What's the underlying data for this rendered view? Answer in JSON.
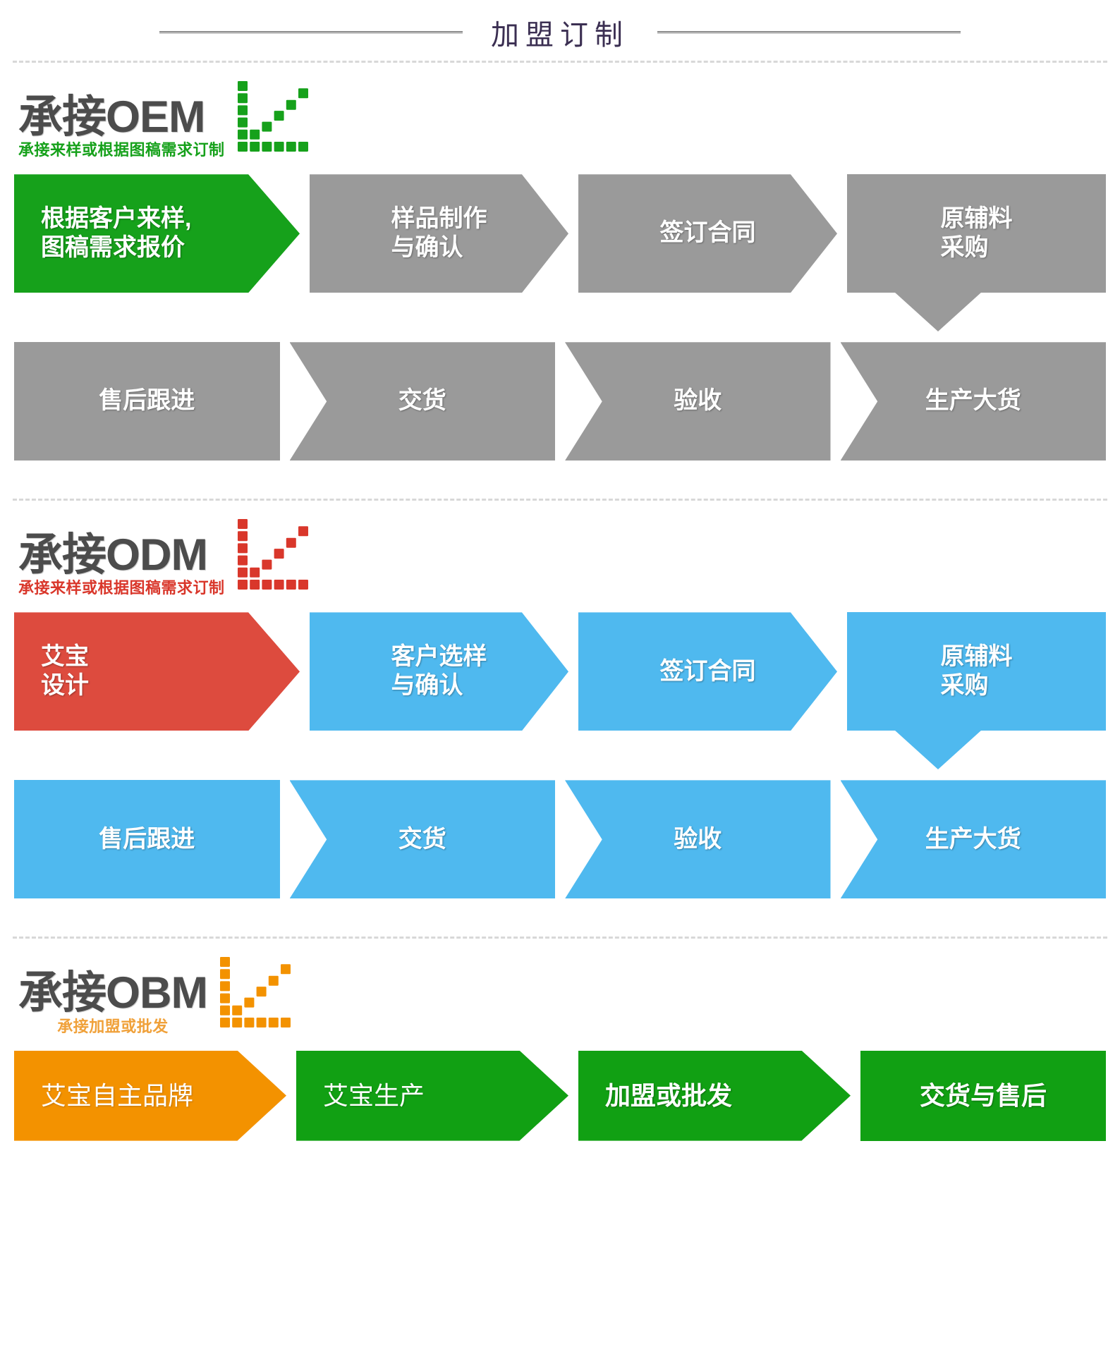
{
  "header": {
    "title": "加盟订制",
    "left_rule": "rule-line",
    "right_rule": "rule-line"
  },
  "colors": {
    "green": "#16a11b",
    "gray": "#9a9a9a",
    "red": "#dd4b3e",
    "blue": "#4fb9ef",
    "orange": "#f39200",
    "obm_green": "#11a013",
    "title": "#3b2f52",
    "logo_text": "#4c4c4c"
  },
  "sections": [
    {
      "id": "oem",
      "logo": {
        "main": "承接OEM",
        "sub": "承接来样或根据图稿需求订制",
        "sub_color": "#16a11b",
        "pixel_color": "#16a11b",
        "pixel_icon": "staircase-chart-icon"
      },
      "row1": {
        "direction": "left-to-right",
        "boxes": [
          {
            "label": "根据客户来样,\n图稿需求报价",
            "color": "#16a11b",
            "shape": "arrow-right"
          },
          {
            "label": "样品制作\n与确认",
            "color": "#9a9a9a",
            "shape": "arrow-right"
          },
          {
            "label": "签订合同",
            "color": "#9a9a9a",
            "shape": "arrow-right"
          },
          {
            "label": "原辅料\n采购",
            "color": "#9a9a9a",
            "shape": "plain"
          }
        ],
        "connector": {
          "type": "arrow-down",
          "color": "#9a9a9a"
        }
      },
      "row2": {
        "direction": "right-to-left",
        "boxes": [
          {
            "label": "售后跟进",
            "color": "#9a9a9a",
            "shape": "plain"
          },
          {
            "label": "交货",
            "color": "#9a9a9a",
            "shape": "notch-left"
          },
          {
            "label": "验收",
            "color": "#9a9a9a",
            "shape": "notch-left"
          },
          {
            "label": "生产大货",
            "color": "#9a9a9a",
            "shape": "notch-left"
          }
        ]
      }
    },
    {
      "id": "odm",
      "logo": {
        "main": "承接ODM",
        "sub": "承接来样或根据图稿需求订制",
        "sub_color": "#d9372b",
        "pixel_color": "#d9372b",
        "pixel_icon": "staircase-chart-icon"
      },
      "row1": {
        "direction": "left-to-right",
        "boxes": [
          {
            "label": "艾宝\n设计",
            "color": "#dd4b3e",
            "shape": "arrow-right"
          },
          {
            "label": "客户选样\n与确认",
            "color": "#4fb9ef",
            "shape": "arrow-right"
          },
          {
            "label": "签订合同",
            "color": "#4fb9ef",
            "shape": "arrow-right"
          },
          {
            "label": "原辅料\n采购",
            "color": "#4fb9ef",
            "shape": "plain"
          }
        ],
        "connector": {
          "type": "arrow-down",
          "color": "#4fb9ef"
        }
      },
      "row2": {
        "direction": "right-to-left",
        "boxes": [
          {
            "label": "售后跟进",
            "color": "#4fb9ef",
            "shape": "plain"
          },
          {
            "label": "交货",
            "color": "#4fb9ef",
            "shape": "notch-left"
          },
          {
            "label": "验收",
            "color": "#4fb9ef",
            "shape": "notch-left"
          },
          {
            "label": "生产大货",
            "color": "#4fb9ef",
            "shape": "notch-left"
          }
        ]
      }
    },
    {
      "id": "obm",
      "logo": {
        "main": "承接OBM",
        "sub": "承接加盟或批发",
        "sub_color": "#f0a13a",
        "pixel_color": "#f39200",
        "pixel_icon": "staircase-chart-icon"
      },
      "row1": {
        "direction": "left-to-right",
        "boxes": [
          {
            "label": "艾宝自主品牌",
            "color": "#f39200",
            "shape": "arrow-right",
            "weight": "thin"
          },
          {
            "label": "艾宝生产",
            "color": "#11a013",
            "shape": "arrow-right",
            "weight": "thin"
          },
          {
            "label": "加盟或批发",
            "color": "#11a013",
            "shape": "arrow-right",
            "weight": "bold"
          },
          {
            "label": "交货与售后",
            "color": "#11a013",
            "shape": "plain",
            "weight": "bold"
          }
        ]
      }
    }
  ]
}
